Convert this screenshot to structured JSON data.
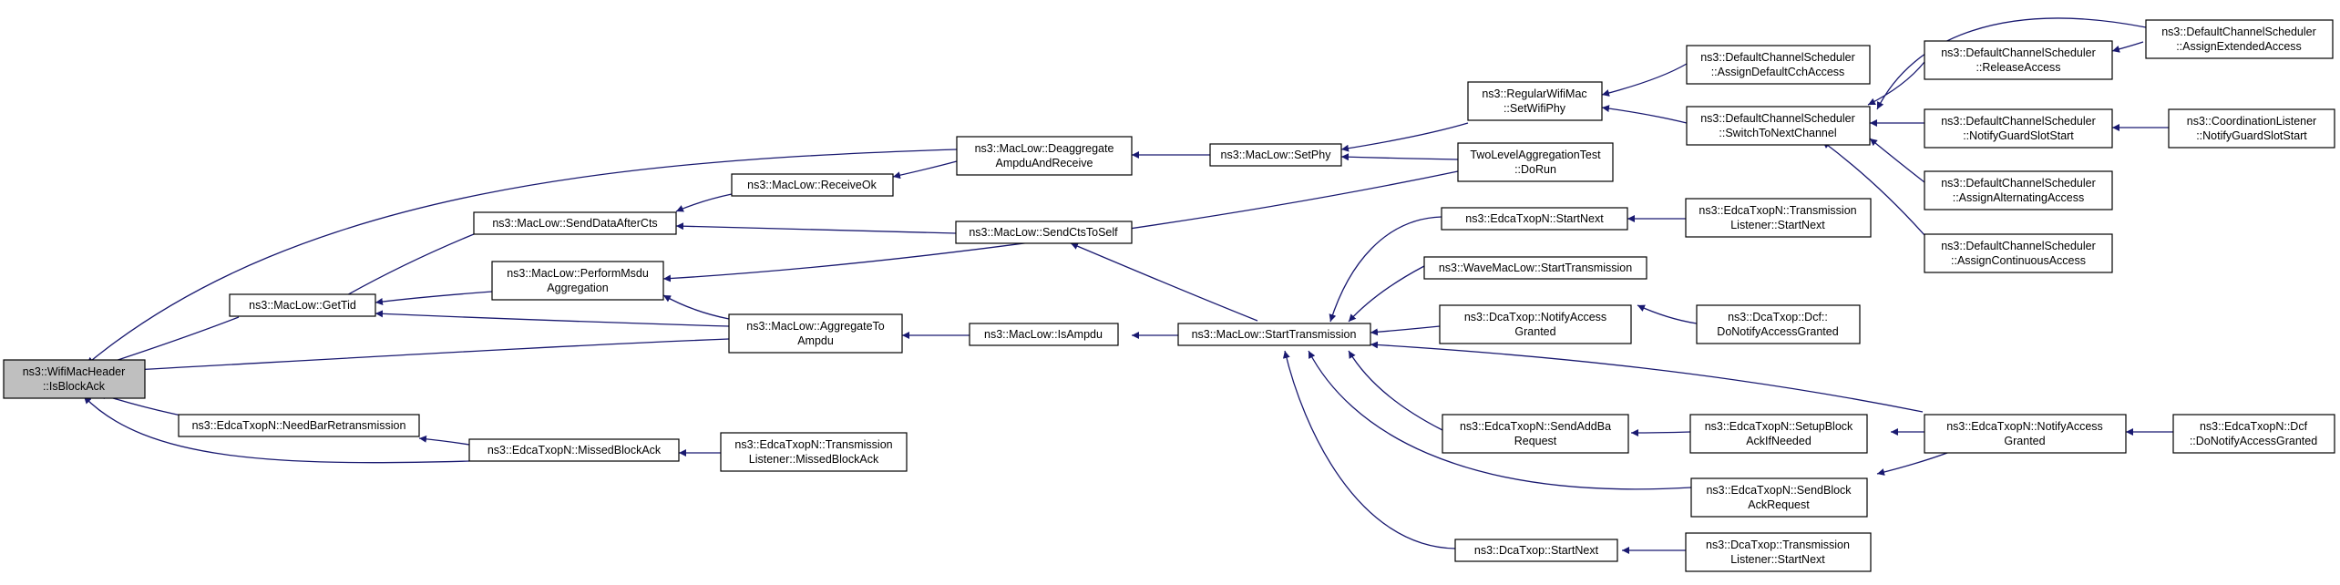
{
  "nodes": {
    "n0": [
      "ns3::WifiMacHeader",
      "::IsBlockAck"
    ],
    "n1": [
      "ns3::MacLow::GetTid"
    ],
    "n2": [
      "ns3::MacLow::SendDataAfterCts"
    ],
    "n3": [
      "ns3::MacLow::PerformMsdu",
      "Aggregation"
    ],
    "n4": [
      "ns3::MacLow::ReceiveOk"
    ],
    "n5": [
      "ns3::MacLow::Deaggregate",
      "AmpduAndReceive"
    ],
    "n6": [
      "ns3::MacLow::SendCtsToSelf"
    ],
    "n7": [
      "ns3::MacLow::AggregateTo",
      "Ampdu"
    ],
    "n8": [
      "ns3::MacLow::IsAmpdu"
    ],
    "n9": [
      "ns3::MacLow::SetPhy"
    ],
    "n10": [
      "ns3::MacLow::StartTransmission"
    ],
    "n11": [
      "ns3::EdcaTxopN::NeedBarRetransmission"
    ],
    "n12": [
      "ns3::EdcaTxopN::MissedBlockAck"
    ],
    "n13": [
      "ns3::EdcaTxopN::Transmission",
      "Listener::MissedBlockAck"
    ],
    "n14": [
      "ns3::RegularWifiMac",
      "::SetWifiPhy"
    ],
    "n15": [
      "TwoLevelAggregationTest",
      "::DoRun"
    ],
    "n16": [
      "ns3::EdcaTxopN::StartNext"
    ],
    "n17": [
      "ns3::WaveMacLow::StartTransmission"
    ],
    "n18": [
      "ns3::DcaTxop::NotifyAccess",
      "Granted"
    ],
    "n19": [
      "ns3::EdcaTxopN::SendAddBa",
      "Request"
    ],
    "n20": [
      "ns3::DcaTxop::StartNext"
    ],
    "n21": [
      "ns3::DefaultChannelScheduler",
      "::AssignDefaultCchAccess"
    ],
    "n22": [
      "ns3::DefaultChannelScheduler",
      "::SwitchToNextChannel"
    ],
    "n23": [
      "ns3::EdcaTxopN::Transmission",
      "Listener::StartNext"
    ],
    "n24": [
      "ns3::DcaTxop::Dcf::",
      "DoNotifyAccessGranted"
    ],
    "n25": [
      "ns3::EdcaTxopN::SetupBlock",
      "AckIfNeeded"
    ],
    "n26": [
      "ns3::EdcaTxopN::SendBlock",
      "AckRequest"
    ],
    "n27": [
      "ns3::DcaTxop::Transmission",
      "Listener::StartNext"
    ],
    "n28": [
      "ns3::DefaultChannelScheduler",
      "::ReleaseAccess"
    ],
    "n29": [
      "ns3::DefaultChannelScheduler",
      "::NotifyGuardSlotStart"
    ],
    "n30": [
      "ns3::DefaultChannelScheduler",
      "::AssignAlternatingAccess"
    ],
    "n31": [
      "ns3::DefaultChannelScheduler",
      "::AssignContinuousAccess"
    ],
    "n32": [
      "ns3::EdcaTxopN::NotifyAccess",
      "Granted"
    ],
    "n33": [
      "ns3::DefaultChannelScheduler",
      "::AssignExtendedAccess"
    ],
    "n34": [
      "ns3::CoordinationListener",
      "::NotifyGuardSlotStart"
    ],
    "n35": [
      "ns3::EdcaTxopN::Dcf",
      "::DoNotifyAccessGranted"
    ]
  },
  "colors": {
    "edge": "#191970",
    "root_fill": "#bfbfbf",
    "node_fill": "#ffffff"
  }
}
